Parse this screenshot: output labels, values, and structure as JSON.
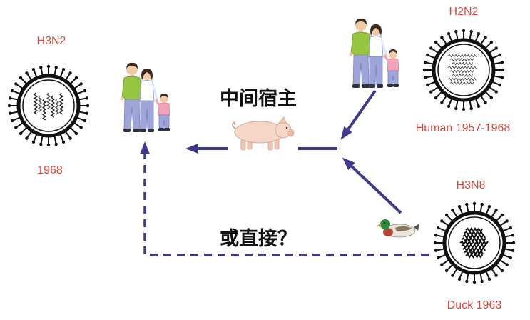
{
  "viruses": {
    "left": {
      "name": "H3N2",
      "year": "1968"
    },
    "top_right": {
      "name": "H2N2",
      "source": "Human 1957-1968"
    },
    "bottom_right": {
      "name": "H3N8",
      "source": "Duck 1963"
    }
  },
  "labels": {
    "intermediate_host": "中间宿主",
    "or_direct": "或直接？"
  },
  "icons": [
    "virus-icon",
    "family-icon",
    "pig-icon",
    "duck-icon",
    "arrow-icon"
  ],
  "colors": {
    "arrow": "#3d3a8c",
    "label_red": "#d8473a",
    "background": "#ffffff"
  }
}
